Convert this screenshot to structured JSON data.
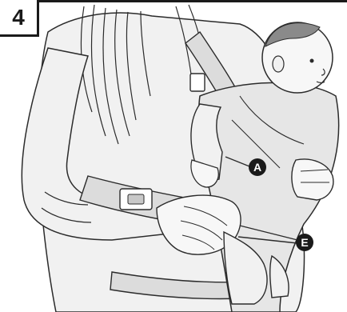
{
  "step": {
    "number": "4"
  },
  "callouts": [
    {
      "id": "a",
      "label": "A"
    },
    {
      "id": "e",
      "label": "E"
    }
  ],
  "colors": {
    "outline": "#2b2b2b",
    "shade_light": "#f1f1f1",
    "shade_mid": "#dcdcdc",
    "shade_dark": "#c8c8c8",
    "label_bg": "#1a1a1a",
    "label_text": "#ffffff"
  }
}
